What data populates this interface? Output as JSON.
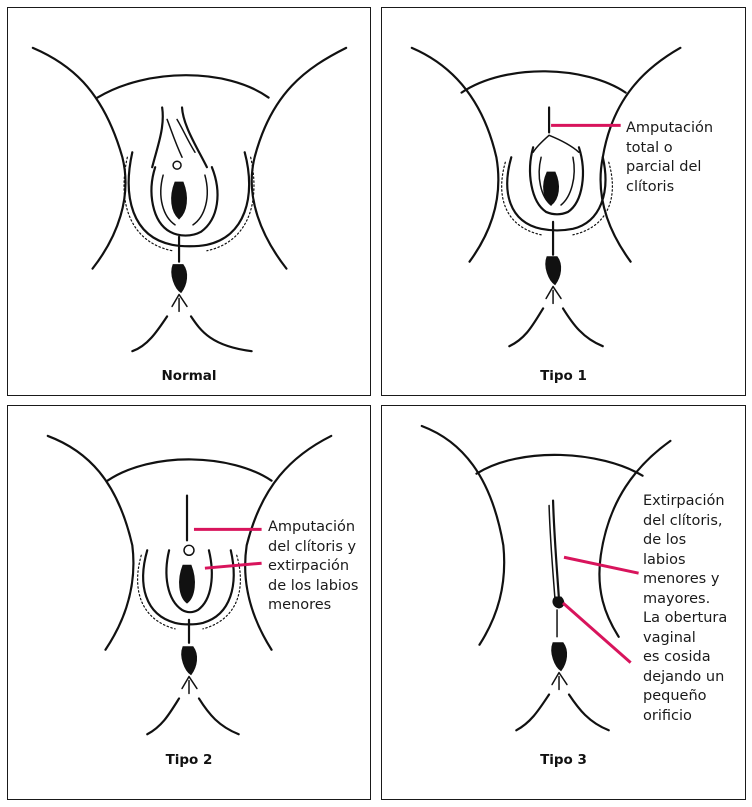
{
  "panels": [
    {
      "id": "normal",
      "caption": "Normal",
      "annotation": []
    },
    {
      "id": "tipo1",
      "caption": "Tipo 1",
      "annotation": [
        "Amputación",
        "total o",
        "parcial del",
        "clítoris"
      ]
    },
    {
      "id": "tipo2",
      "caption": "Tipo 2",
      "annotation": [
        "Amputación",
        "del clítoris y",
        "extirpación",
        "de los labios",
        "menores"
      ]
    },
    {
      "id": "tipo3",
      "caption": "Tipo 3",
      "annotation": [
        "Extirpación",
        "del clítoris,",
        "de los",
        "labios",
        "menores y",
        "mayores.",
        "La obertura",
        "vaginal",
        "es cosida",
        "dejando un",
        "pequeño",
        "orificio"
      ]
    }
  ],
  "colors": {
    "pointer": "#d8145c",
    "ink": "#111111",
    "border": "#1a1a1a",
    "background": "#ffffff"
  }
}
